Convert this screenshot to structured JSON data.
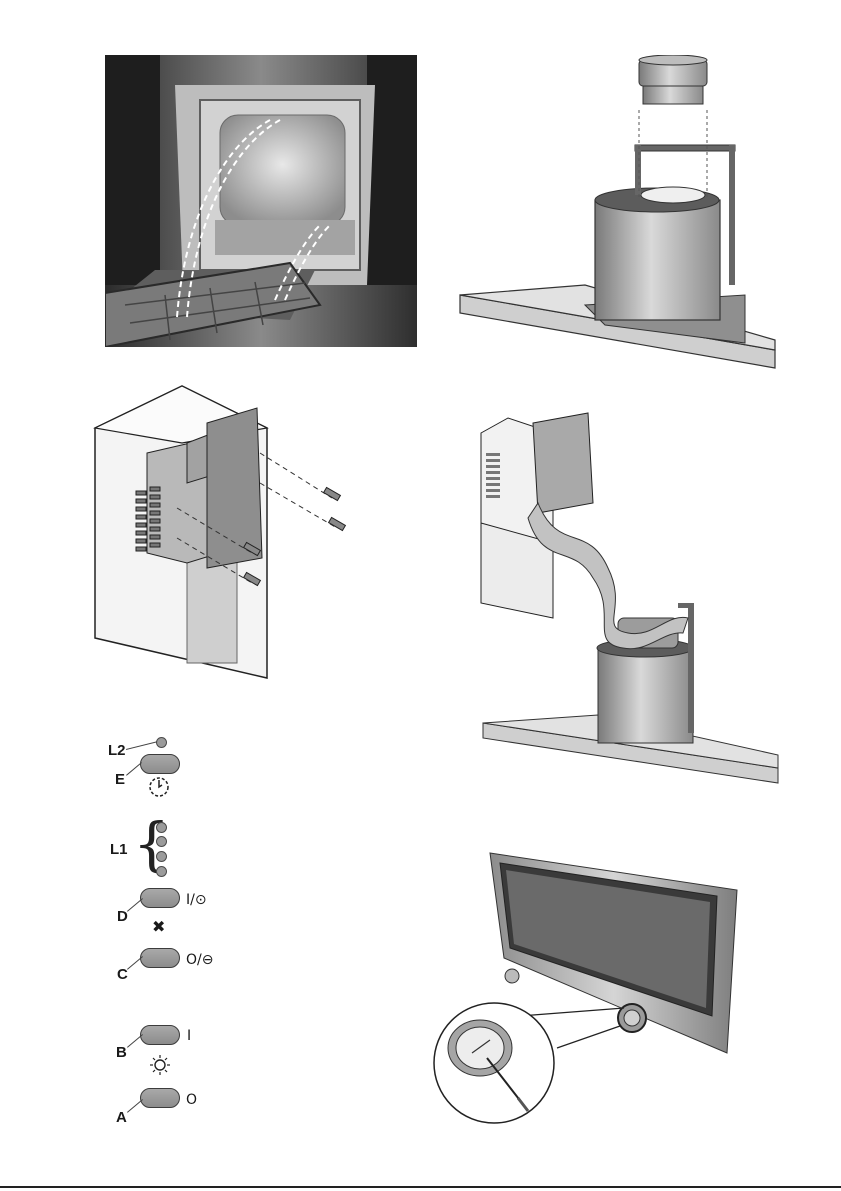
{
  "figures": {
    "fig1": {
      "name": "grease-filter-removal-photo"
    },
    "fig2": {
      "name": "chimney-duct-adapter-illustration"
    },
    "fig3": {
      "name": "chimney-screw-fixing-illustration"
    },
    "fig4": {
      "name": "flexible-duct-connection-illustration"
    },
    "fig6": {
      "name": "lamp-replacement-illustration"
    }
  },
  "control_panel": {
    "labels": {
      "L2": "L2",
      "E": "E",
      "L1": "L1",
      "D": "D",
      "C": "C",
      "B": "B",
      "A": "A"
    },
    "symbols": {
      "D": "I/⊙",
      "C": "O/⊖",
      "B": "I",
      "A": "O"
    },
    "icons": {
      "E": "timer-icon",
      "fan": "fan-icon",
      "light": "light-bulb-icon"
    }
  },
  "colors": {
    "button_fill": "#9a9a9a",
    "led_fill": "#9b9b9b",
    "metal_dark": "#6f6f6f",
    "metal_light": "#d6d6d6"
  }
}
